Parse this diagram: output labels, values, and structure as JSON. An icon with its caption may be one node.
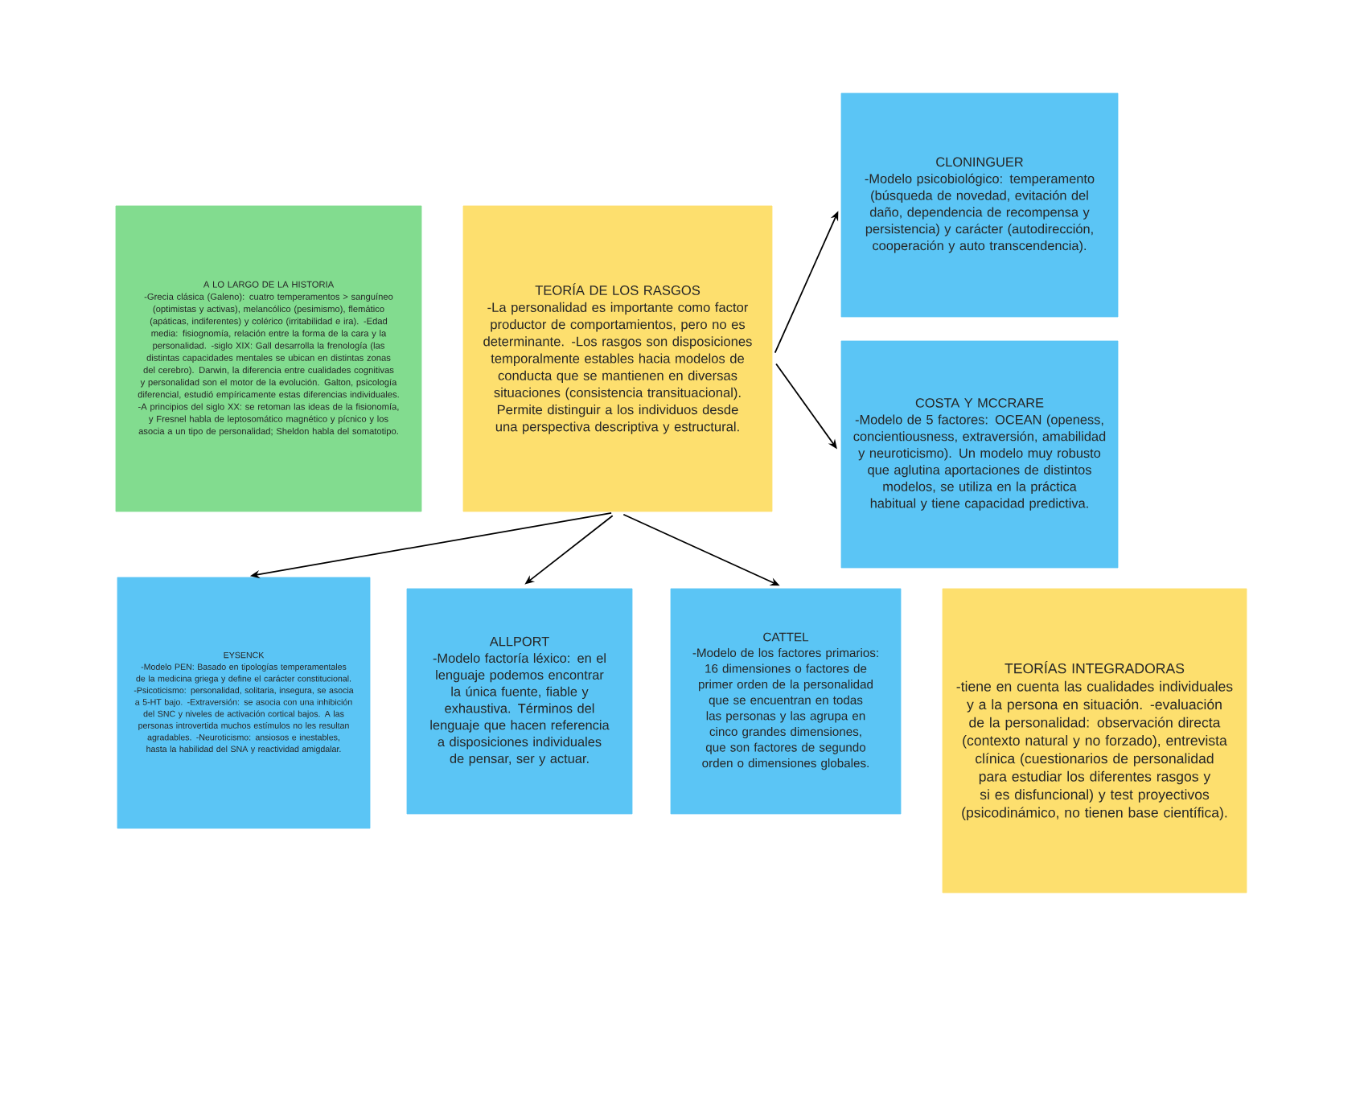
{
  "diagram": {
    "nodes": [
      {
        "text": [
          "A LO LARGO DE LA HISTORIA",
          "-Grecia clásica (Galeno): cuatro temperamentos > sanguíneo (optimistas y activas), melancólico (pesimismo), flemático (apáticas, indiferentes) y colérico (irritabilidad e ira). -Edad media: fisiognomía, relación entre la forma de la cara y la personalidad. -siglo XIX: Gall desarrolla la frenología (las distintas capacidades mentales se ubican en distintas zonas del cerebro). Darwin, la diferencia entre cualidades cognitivas y personalidad son el motor de la evolución. Galton, psicología diferencial, estudió empíricamente estas diferencias individuales. -A principios del siglo XX: se retoman las ideas de la fisionomía, y Fresnel habla de leptosomático magnético y pícnico y los asocia a un tipo de personalidad; Sheldon habla del somatotipo."
        ]
      },
      {
        "text": [
          "TEORÍA DE LOS RASGOS",
          "-La personalidad es importante como factor productor de comportamientos, pero no es determinante. -Los rasgos son disposiciones temporalmente estables hacia modelos de conducta que se mantienen en diversas situaciones (consistencia transituacional). Permite distinguir a los individuos desde una perspectiva descriptiva y estructural."
        ]
      },
      {
        "text": [
          "CLONINGUER",
          "-Modelo psicobiológico: temperamento (búsqueda de novedad, evitación del daño, dependencia de recompensa y persistencia) y carácter (autodirección, cooperación y auto transcendencia)."
        ]
      },
      {
        "text": [
          "COSTA Y MCCRARE",
          "-Modelo de 5 factores: OCEAN (openess, concientiousness, extraversión, amabilidad y neuroticismo). Un modelo muy robusto que aglutina aportaciones de distintos modelos, se utiliza en la práctica habitual y tiene capacidad predictiva."
        ]
      },
      {
        "text": [
          "EYSENCK",
          "-Modelo PEN: Basado en tipologías temperamentales de la medicina griega y define el carácter constitucional. -Psicoticismo: personalidad, solitaria, insegura, se asocia a 5-HT bajo. -Extraversión: se asocia con una inhibición del SNC y niveles de activación cortical bajos. A las personas introvertida muchos estímulos no les resultan agradables. -Neuroticismo: ansiosos e inestables, hasta la habilidad del SNA y reactividad amigdalar."
        ]
      },
      {
        "text": [
          "ALLPORT",
          "-Modelo factoría léxico: en el lenguaje podemos encontrar la única fuente, fiable y exhaustiva. Términos del lenguaje que hacen referencia a disposiciones individuales de pensar, ser y actuar."
        ]
      },
      {
        "text": [
          "CATTEL",
          "-Modelo de los factores primarios: 16 dimensiones o factores de primer orden de la personalidad que se encuentran en todas las personas y las agrupa en cinco grandes dimensiones, que son factores de segundo orden o dimensiones globales."
        ]
      },
      {
        "text": [
          "TEORÍAS INTEGRADORAS",
          "-tiene en cuenta las cualidades individuales y a la persona en situación. -evaluación de la personalidad: observación directa (contexto natural y no forzado), entrevista clínica (cuestionarios de personalidad para estudiar los diferentes rasgos y si es disfuncional) y test proyectivos (psicodinámico, no tienen base científica)."
        ]
      }
    ],
    "edges": [
      {
        "from": 1,
        "to": 2,
        "arrow": "to"
      },
      {
        "from": 1,
        "to": 3,
        "arrow": "to"
      },
      {
        "from": 1,
        "to": 4,
        "arrow": "to"
      },
      {
        "from": 1,
        "to": 5,
        "arrow": "to"
      },
      {
        "from": 1,
        "to": 6,
        "arrow": "to"
      }
    ]
  }
}
